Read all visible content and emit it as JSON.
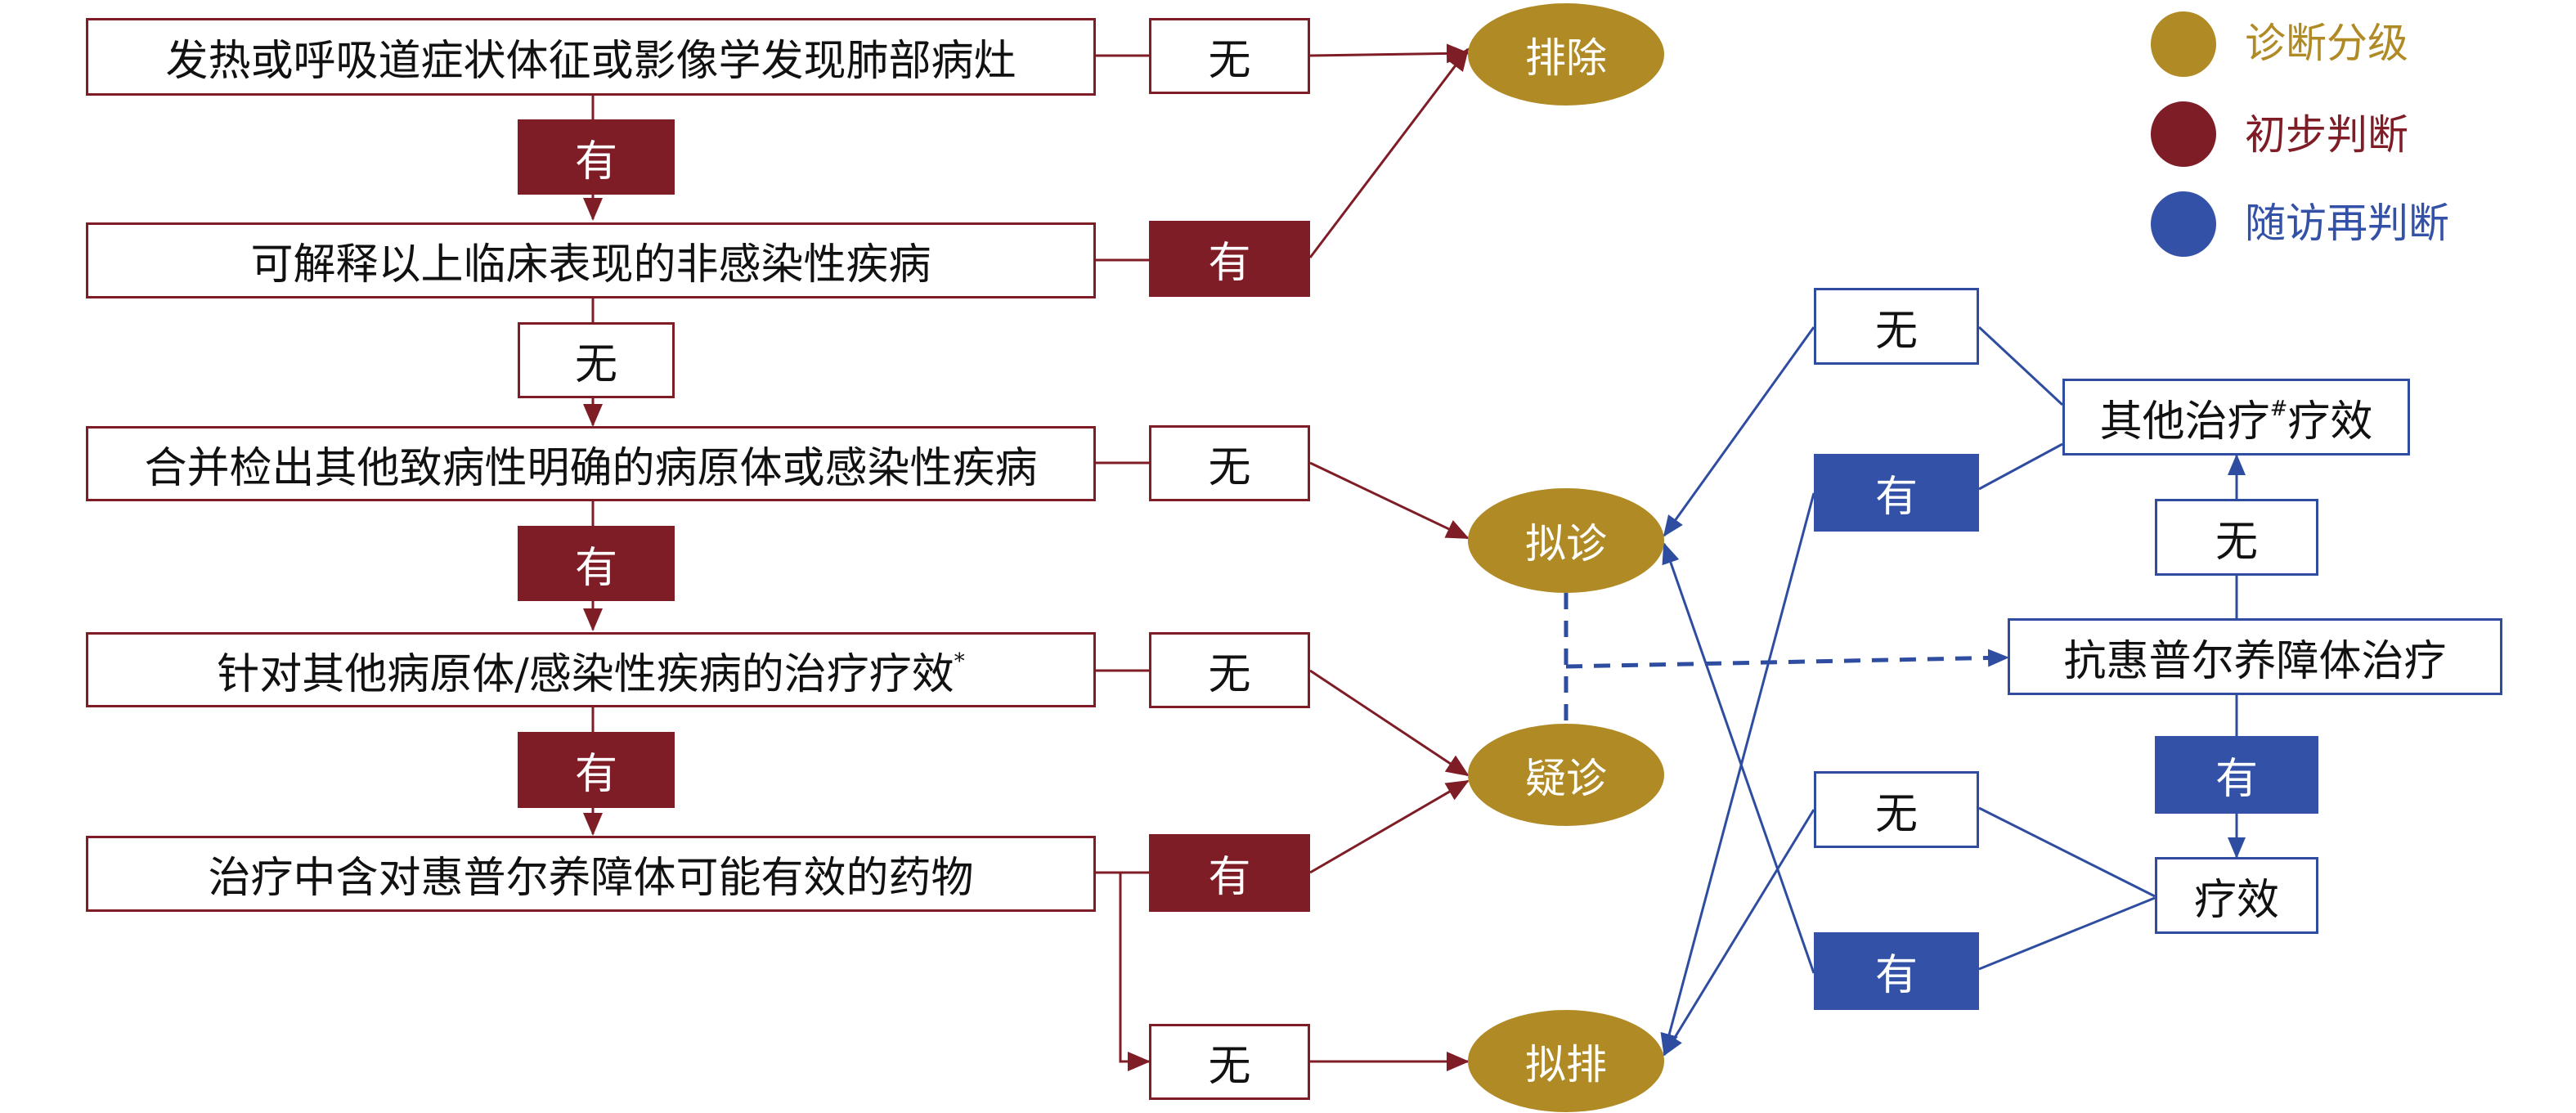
{
  "colors": {
    "diagnosis_grade": "#B08A25",
    "initial_judgment": "#7F1D27",
    "followup_judgment": "#3451A8"
  },
  "legend": [
    {
      "label": "诊断分级",
      "color": "#B08A25"
    },
    {
      "label": "初步判断",
      "color": "#7F1D27"
    },
    {
      "label": "随访再判断",
      "color": "#3451A8"
    }
  ],
  "steps": {
    "s1": "发热或呼吸道症状体征或影像学发现肺部病灶",
    "s2": "可解释以上临床表现的非感染性疾病",
    "s3": "合并检出其他致病性明确的病原体或感染性疾病",
    "s4": "针对其他病原体/感染性疾病的治疗疗效",
    "s4_mark": "*",
    "s5": "治疗中含对惠普尔养障体可能有效的药物"
  },
  "answers": {
    "yes": "有",
    "no": "无"
  },
  "outcomes": {
    "exclude": "排除",
    "proposed": "拟诊",
    "suspected": "疑诊",
    "proposed_exclude": "拟排"
  },
  "followup": {
    "anti_tw_treatment": "抗惠普尔养障体治疗",
    "efficacy": "疗效",
    "other_treatment": "其他治疗",
    "other_treatment_mark": "#",
    "other_treatment_suffix": "疗效"
  }
}
